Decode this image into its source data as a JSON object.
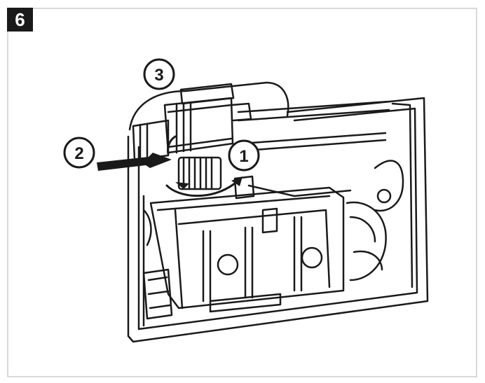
{
  "step": {
    "number": "6"
  },
  "callouts": [
    {
      "label": "1"
    },
    {
      "label": "2"
    },
    {
      "label": "3"
    }
  ],
  "colors": {
    "line": "#1a1a1a",
    "border": "#d9d9d9",
    "badge": "#1a1a1a"
  }
}
